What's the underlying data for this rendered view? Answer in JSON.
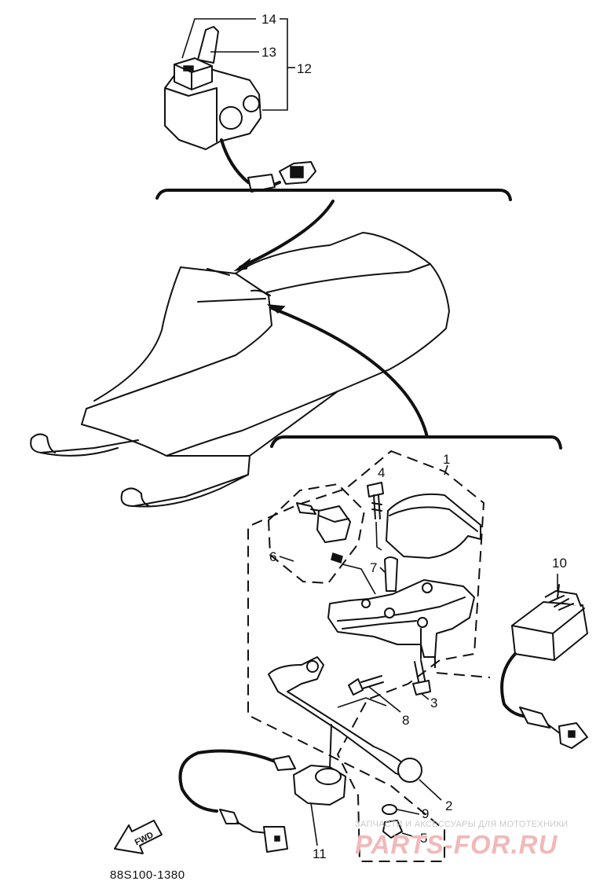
{
  "callouts": {
    "c1": "1",
    "c2": "2",
    "c3": "3",
    "c4": "4",
    "c5": "5",
    "c6": "6",
    "c7": "7",
    "c8": "8",
    "c9": "9",
    "c10": "10",
    "c11": "11",
    "c12": "12",
    "c13": "13",
    "c14": "14"
  },
  "direction_label": "FWD",
  "diagram_code": "88S100-1380",
  "watermark": {
    "tagline": "ЗАПЧАСТИ И АКСЕССУАРЫ ДЛЯ МОТОТЕХНИКИ",
    "logo": "PARTS-FOR.RU"
  }
}
